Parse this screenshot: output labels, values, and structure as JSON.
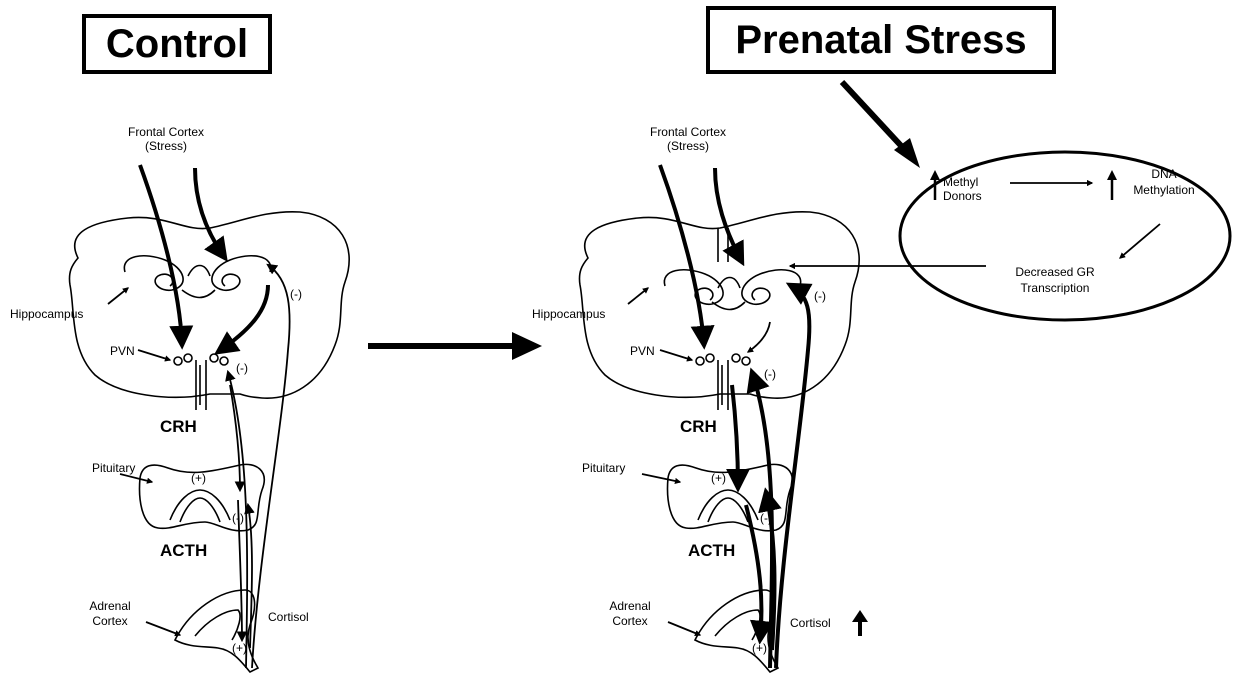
{
  "titles": {
    "control": "Control",
    "prenatal_stress": "Prenatal Stress"
  },
  "control": {
    "frontal_cortex": [
      "Frontal Cortex",
      "(Stress)"
    ],
    "hippocampus": "Hippocampus",
    "pvn": "PVN",
    "crh": "CRH",
    "pituitary": "Pituitary",
    "acth": "ACTH",
    "adrenal_cortex": [
      "Adrenal",
      "Cortex"
    ],
    "cortisol": "Cortisol",
    "neg_sign": "(-)",
    "pos_sign": "(+)"
  },
  "stress": {
    "frontal_cortex": [
      "Frontal Cortex",
      "(Stress)"
    ],
    "hippocampus": "Hippocampus",
    "pvn": "PVN",
    "crh": "CRH",
    "pituitary": "Pituitary",
    "acth": "ACTH",
    "adrenal_cortex": [
      "Adrenal",
      "Cortex"
    ],
    "cortisol": "Cortisol",
    "neg_sign": "(-)",
    "pos_sign": "(+)"
  },
  "mechanism": {
    "methyl_donors": [
      "Methyl",
      "Donors"
    ],
    "dna_methylation": [
      "DNA",
      "Methylation"
    ],
    "decreased_gr": [
      "Decreased GR",
      "Transcription"
    ]
  }
}
